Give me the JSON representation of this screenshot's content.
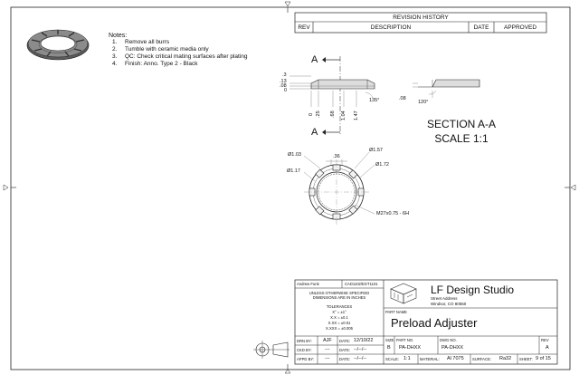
{
  "notes": {
    "title": "Notes:",
    "items": [
      {
        "num": "1.",
        "text": "Remove all burrs"
      },
      {
        "num": "2.",
        "text": "Tumble with ceramic media only"
      },
      {
        "num": "3.",
        "text": "QC: Check critical mating surfaces after plating"
      },
      {
        "num": "4.",
        "text": "Finish: Anno. Type 2 - Black"
      }
    ]
  },
  "revision": {
    "title": "REVISION HISTORY",
    "columns": [
      "REV",
      "DESCRIPTION",
      "DATE",
      "APPROVED"
    ]
  },
  "section": {
    "label_top": "A",
    "label_bottom": "A",
    "title": "SECTION A-A",
    "scale": "SCALE 1:1"
  },
  "section_dims": {
    "left": [
      ".3",
      ".13",
      ".08",
      "0"
    ],
    "angle_left": "135°",
    "bottom": [
      "0",
      ".25",
      ".68",
      "1.04",
      "1.47"
    ],
    "detail_left": ".08",
    "detail_angle": "120°"
  },
  "front_dims": {
    "d103": "Ø1.03",
    "d036": ".36",
    "d157": "Ø1.57",
    "d117": "Ø1.17",
    "d172": "Ø1.72",
    "thread": "M27x0.75 - 6H"
  },
  "title_block": {
    "drawn_author": "Andrew Funk",
    "drawing_code": "CAD1102/EGT1101",
    "unless": "UNLESS OTHERWISE SPECIFIED",
    "dimensions": "DIMENSIONS ARE IN INCHES",
    "tolerances_title": "TOLERANCES",
    "tol_angle": "X° = ±1°",
    "tol_x": "X.X = ±0.1",
    "tol_xx": "X.XX = ±0.01",
    "tol_xxx": "X.XXX = ±0.005",
    "company": "LF Design Studio",
    "street": "Street Address",
    "city": "Windsor, CO 80550",
    "part_name_label": "PART NAME",
    "part_name": "Preload Adjuster",
    "drn_label": "DRN BY:",
    "drn_value": "AJF",
    "date_label": "DATE:",
    "drn_date": "12/10/22",
    "ckd_label": "CKD BY:",
    "ckd_value": "---",
    "ckd_date": "--/--/--",
    "appd_label": "APPD BY:",
    "appd_value": "---",
    "appd_date": "--/--/--",
    "size_label": "SIZE",
    "size_value": "B",
    "part_no_label": "PART NO.",
    "part_no": "PA-DHXX",
    "dwg_no_label": "DWG NO.",
    "dwg_no": "PA-DHXX",
    "rev_label": "REV",
    "rev_value": "A",
    "scale_label": "SCALE:",
    "scale_value": "1:1",
    "material_label": "MATERIAL:",
    "material_value": "Al 7075",
    "surface_label": "SURFACE:",
    "surface_value": "Ra32",
    "sheet_label": "SHEET:",
    "sheet_value": "9 of 15"
  }
}
